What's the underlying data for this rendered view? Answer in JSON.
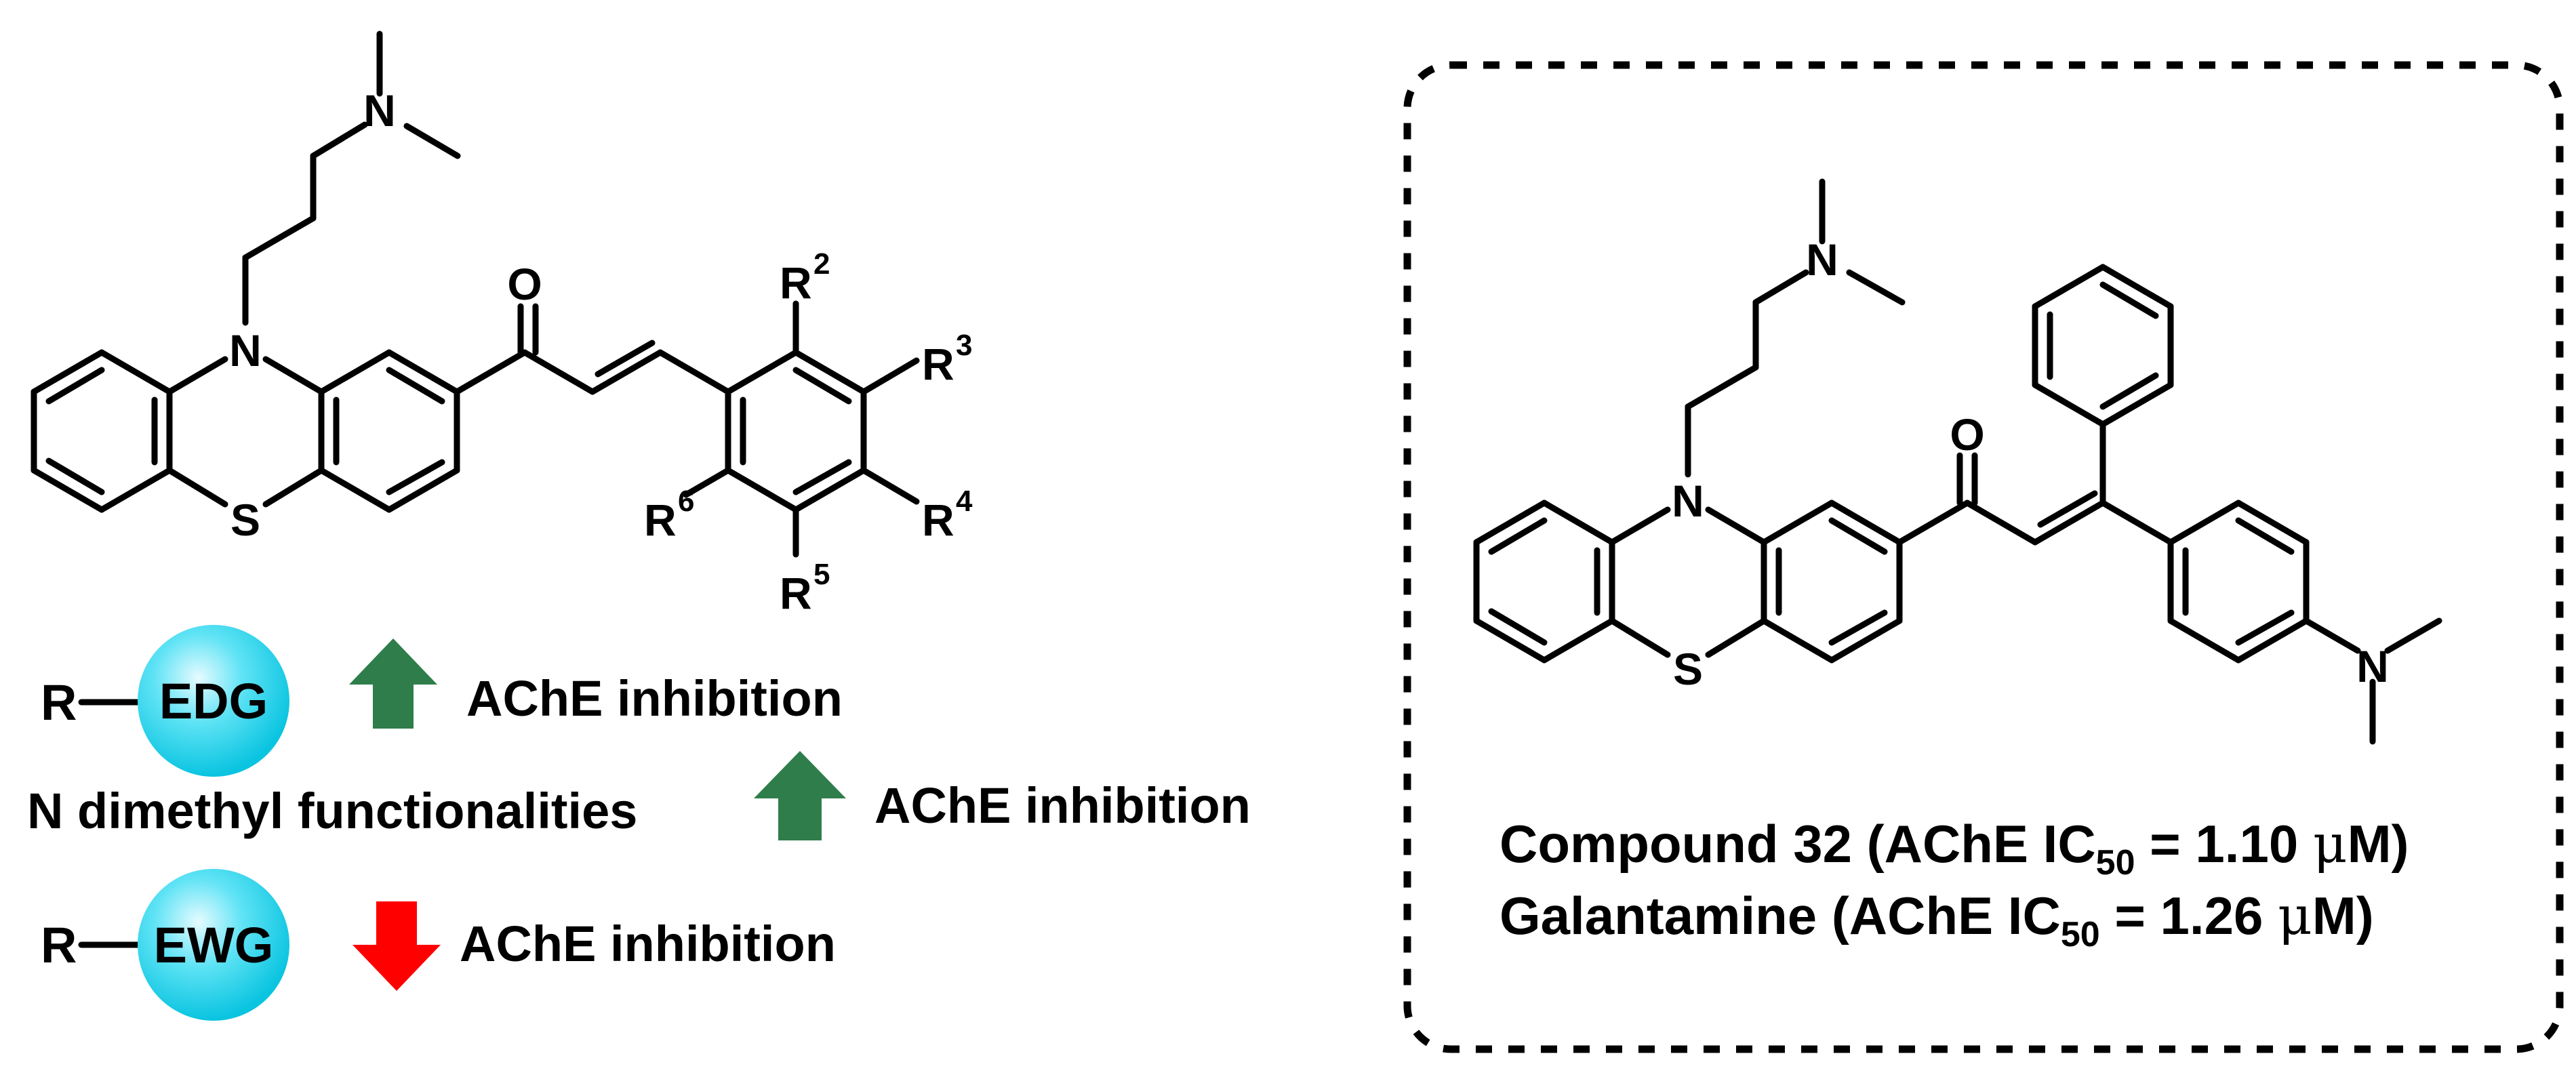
{
  "structure_left": {
    "atoms": {
      "n_top": "N",
      "n_ring": "N",
      "s_ring": "S",
      "o_carbonyl": "O"
    },
    "substituents": [
      {
        "letter": "R",
        "num": "2"
      },
      {
        "letter": "R",
        "num": "3"
      },
      {
        "letter": "R",
        "num": "4"
      },
      {
        "letter": "R",
        "num": "5"
      },
      {
        "letter": "R",
        "num": "6"
      }
    ]
  },
  "sar": {
    "rows": [
      {
        "r_label": "R",
        "group": "EDG",
        "effect": "AChE inhibition",
        "arrow": "up"
      },
      {
        "label": "N dimethyl functionalities",
        "effect": "AChE inhibition",
        "arrow": "up"
      },
      {
        "r_label": "R",
        "group": "EWG",
        "effect": "AChE inhibition",
        "arrow": "down"
      }
    ]
  },
  "structure_right": {
    "atoms": {
      "n_top": "N",
      "n_ring": "N",
      "s_ring": "S",
      "o_carbonyl": "O",
      "n_aryl": "N"
    }
  },
  "activity": {
    "compound": {
      "name": "Compound 32",
      "open": "(AChE IC",
      "sub": "50",
      "mid": " = 1.10 ",
      "unit_mu": "μ",
      "unit": "M)"
    },
    "reference": {
      "name": "Galantamine",
      "open": "(AChE IC",
      "sub": "50",
      "mid": " = 1.26 ",
      "unit_mu": "μ",
      "unit": "M)"
    }
  },
  "colors": {
    "up_arrow": "#2e7d4a",
    "down_arrow": "#ff0000",
    "bubble": "#19d6f0"
  }
}
